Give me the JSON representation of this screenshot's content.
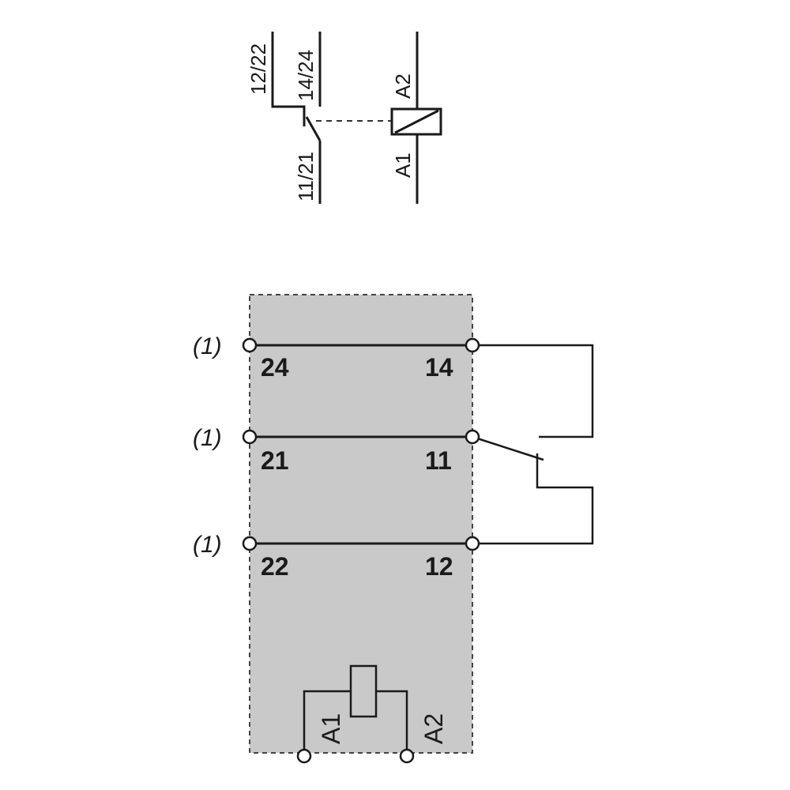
{
  "symbol": {
    "contact_labels": {
      "nc": "12/22",
      "no": "14/24",
      "common": "11/21"
    },
    "coil_labels": {
      "top": "A2",
      "bottom": "A1"
    }
  },
  "relay": {
    "rows": [
      {
        "note": "(1)",
        "left": "24",
        "right": "14"
      },
      {
        "note": "(1)",
        "left": "21",
        "right": "11"
      },
      {
        "note": "(1)",
        "left": "22",
        "right": "12"
      }
    ],
    "coil_labels": {
      "left": "A1",
      "right": "A2"
    }
  },
  "colors": {
    "housing": "#c9c9c9",
    "line": "#1a1a1a"
  }
}
